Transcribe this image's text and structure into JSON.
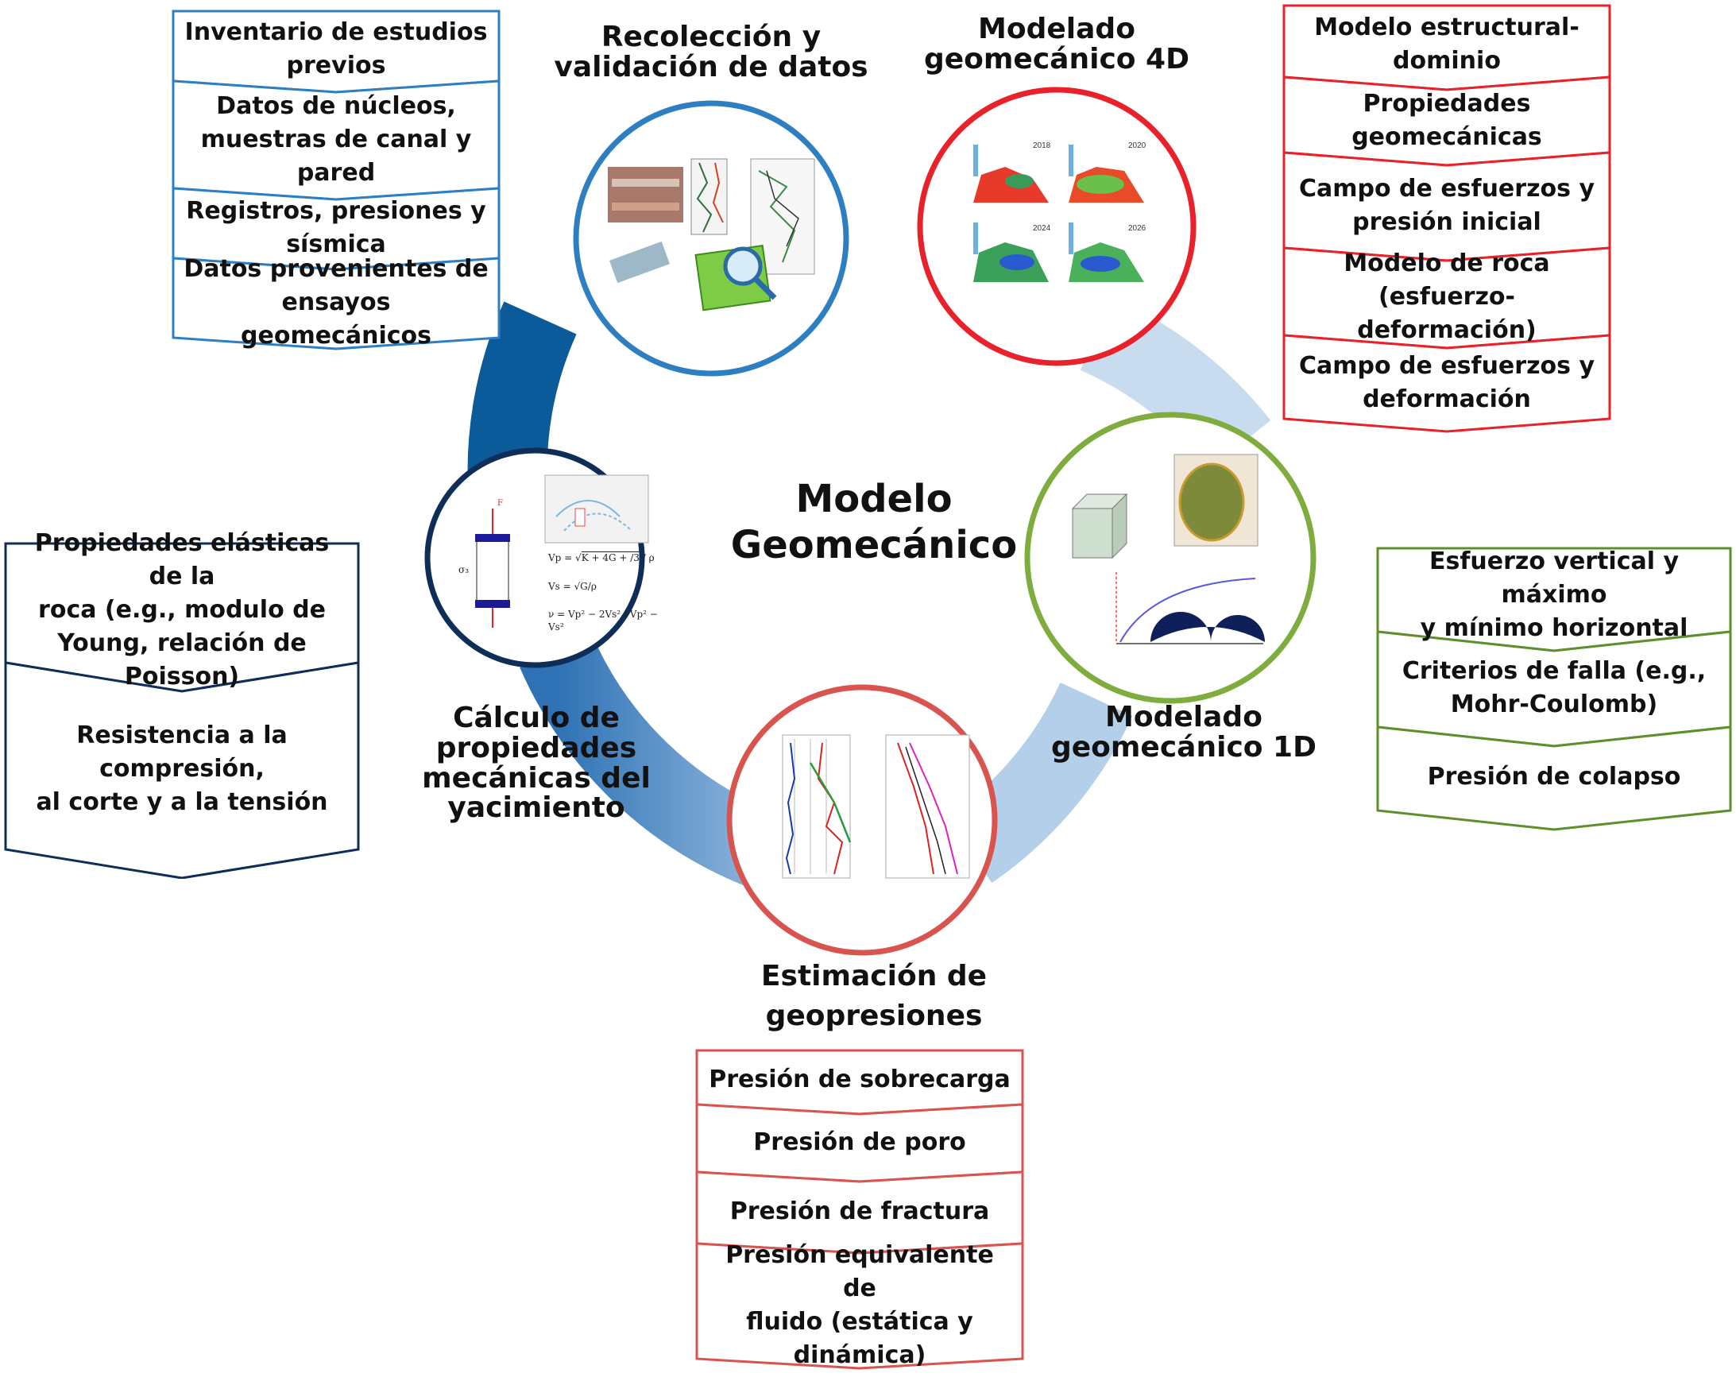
{
  "center": {
    "line1": "Modelo",
    "line2": "Geomecánico"
  },
  "colors": {
    "blue_dark": "#1f5c9e",
    "blue_mid": "#2e7fc1",
    "blue_light": "#b9d2ea",
    "navy": "#0e2d57",
    "red": "#e8212b",
    "red_soft": "#d9534f",
    "green": "#7fad3d",
    "green_dark": "#5e8f2a"
  },
  "stages": {
    "recoleccion": {
      "line1": "Recolección y",
      "line2": "validación de datos"
    },
    "modelado4d": {
      "line1": "Modelado",
      "line2": "geomecánico 4D"
    },
    "modelado1d": {
      "line1": "Modelado",
      "line2": "geomecánico 1D"
    },
    "estimacion": {
      "line1": "Estimación de",
      "line2": "geopresiones"
    },
    "calculo": {
      "line1": "Cálculo de propiedades",
      "line2": "mecánicas del",
      "line3": "yacimiento"
    }
  },
  "boxes": {
    "top_left": [
      [
        "Inventario de estudios",
        "previos"
      ],
      [
        "Datos de núcleos,",
        "muestras de canal y",
        "pared"
      ],
      [
        "Registros, presiones y",
        "sísmica"
      ],
      [
        "Datos provenientes de",
        "ensayos geomecánicos"
      ]
    ],
    "top_right": [
      [
        "Modelo estructural-",
        "dominio"
      ],
      [
        "Propiedades",
        "geomecánicas"
      ],
      [
        "Campo de esfuerzos y",
        "presión inicial"
      ],
      [
        "Modelo de roca",
        "(esfuerzo-deformación)"
      ],
      [
        "Campo de esfuerzos y",
        "deformación"
      ]
    ],
    "left": [
      [
        "Propiedades elásticas de la",
        "roca (e.g., modulo de",
        "Young, relación de Poisson)"
      ],
      [
        "Resistencia a la compresión,",
        "al corte y a la tensión"
      ]
    ],
    "right": [
      [
        "Esfuerzo vertical y máximo",
        "y mínimo horizontal"
      ],
      [
        "Criterios de falla (e.g.,",
        "Mohr-Coulomb)"
      ],
      [
        "Presión de colapso"
      ]
    ],
    "bottom": [
      [
        "Presión de sobrecarga"
      ],
      [
        "Presión de poro"
      ],
      [
        "Presión de fractura"
      ],
      [
        "Presión equivalente de",
        "fluido (estática y",
        "dinámica)"
      ]
    ]
  },
  "images": {
    "calculo_formulas": {
      "vp": "Vp =",
      "vp_expr": "K + 4G + /3",
      "vp_den": "ρ",
      "vs": "Vs =",
      "vs_num": "G",
      "vs_den": "ρ",
      "nu": "ν =",
      "nu_num": "Vp² − 2Vs²",
      "nu_den": "Vp² − Vs²",
      "sigma": "σ₃",
      "f": "F"
    },
    "modelado4d_years": [
      "2018",
      "2020",
      "2024",
      "2026"
    ]
  }
}
